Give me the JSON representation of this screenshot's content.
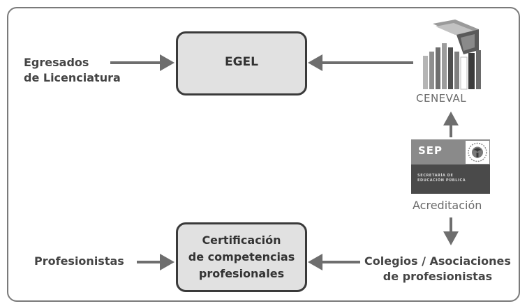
{
  "nodes": {
    "egel": "EGEL",
    "certificacion": [
      "Certificación",
      "de competencias",
      "profesionales"
    ]
  },
  "labels": {
    "egresados": [
      "Egresados",
      "de Licenciatura"
    ],
    "profesionistas": "Profesionistas",
    "colegios": [
      "Colegios / Asociaciones",
      "de profesionistas"
    ],
    "ceneval": "CENEVAL",
    "acreditacion": "Acreditación"
  },
  "sep": {
    "acronym": "SEP",
    "subtitle": [
      "SECRETARÍA DE",
      "EDUCACIÓN PÚBLICA"
    ]
  },
  "colors": {
    "arrow": "#6e6e6e",
    "box_fill": "#e1e1e1",
    "box_border": "#3a3a3a"
  }
}
